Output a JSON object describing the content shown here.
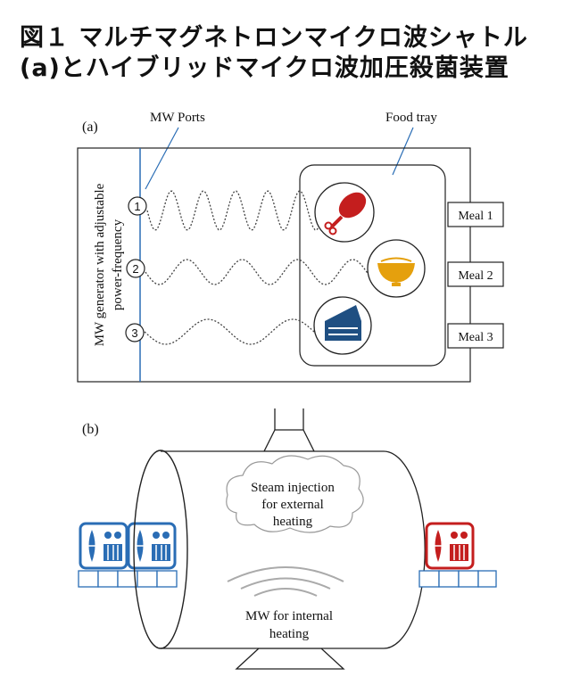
{
  "title": {
    "line1": "図１ マルチマグネトロンマイクロ波シャトル",
    "line2": "(a)とハイブリッドマイクロ波加圧殺菌装置"
  },
  "panel_a": {
    "label": "(a)",
    "mw_ports_label": "MW Ports",
    "food_tray_label": "Food tray",
    "generator_line1": "MW generator with adjustable",
    "generator_line2": "power-frequency",
    "ports": [
      "1",
      "2",
      "3"
    ],
    "meals": [
      "Meal 1",
      "Meal 2",
      "Meal 3"
    ]
  },
  "panel_b": {
    "label": "(b)",
    "steam_line1": "Steam injection",
    "steam_line2": "for external",
    "steam_line3": "heating",
    "mw_line1": "MW for internal",
    "mw_line2": "heating"
  },
  "colors": {
    "blue": "#2a6db5",
    "red": "#c41e1e",
    "gold": "#e5a00d",
    "dark_blue": "#1f4f82"
  }
}
